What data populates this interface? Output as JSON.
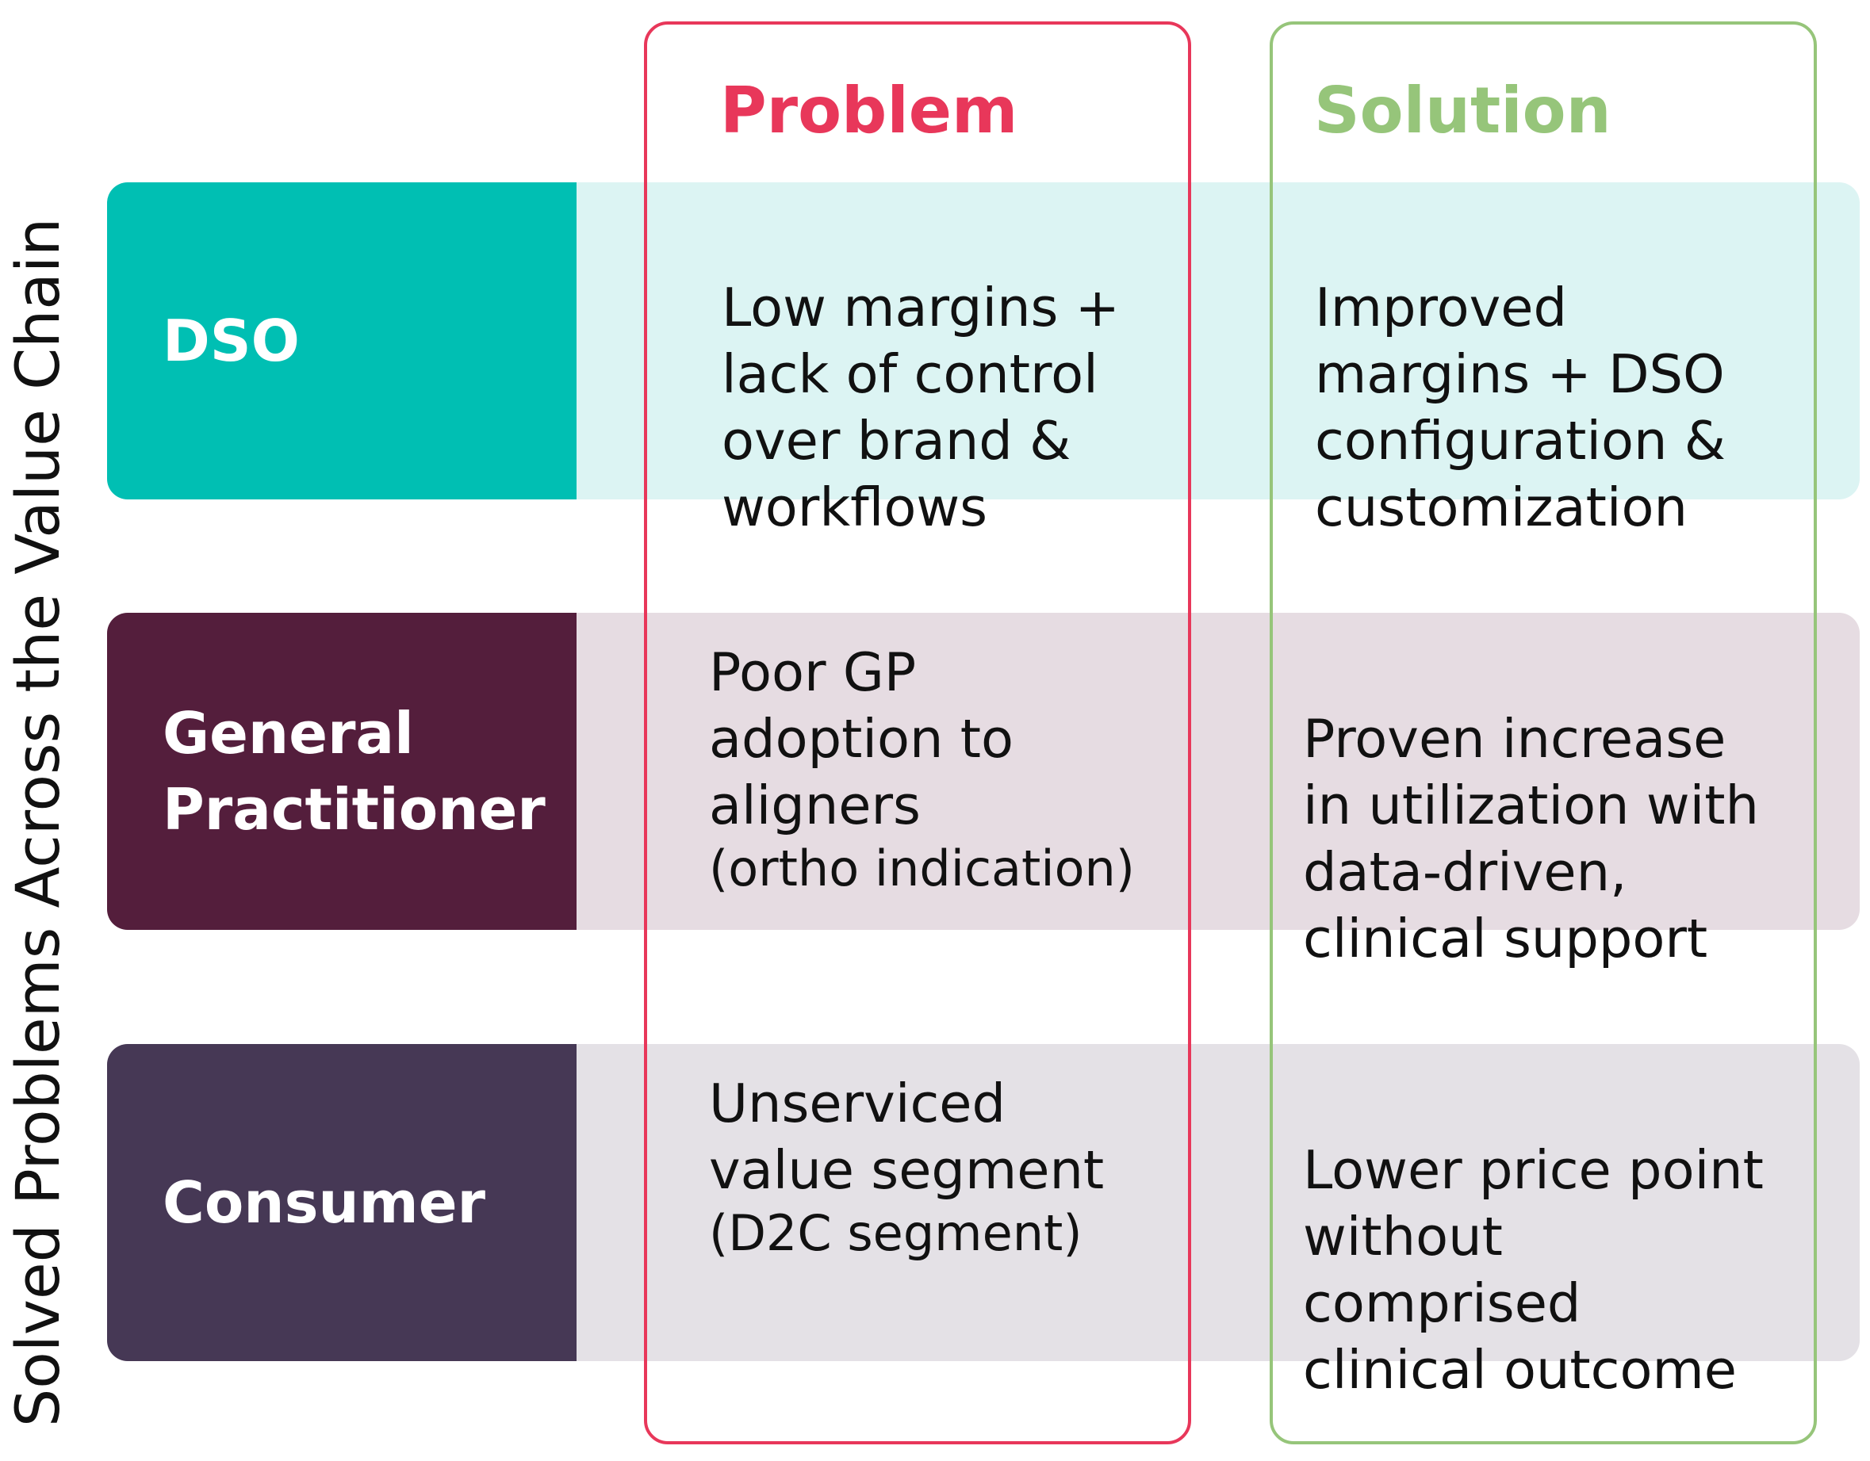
{
  "side_title": "Solved Problems Across the Value Chain",
  "columns": {
    "problem": "Problem",
    "solution": "Solution"
  },
  "colors": {
    "problem_accent": "#e8375a",
    "solution_accent": "#96c57a",
    "dso_label": "#00bfb3",
    "dso_row": "#dcf4f3",
    "gp_label": "#541e3c",
    "gp_row": "#e6dce2",
    "consumer_label": "#463855",
    "consumer_row": "#e4e1e6"
  },
  "rows": [
    {
      "label": "DSO",
      "problem": "Low margins +\nlack of control\nover brand &\nworkflows",
      "problem_note": "",
      "solution": "Improved\nmargins + DSO\nconfiguration &\ncustomization"
    },
    {
      "label": "General\nPractitioner",
      "problem": "Poor GP\nadoption to\naligners",
      "problem_note": "(ortho indication)",
      "solution": "Proven increase\nin utilization with\ndata-driven,\nclinical support"
    },
    {
      "label": "Consumer",
      "problem": "Unserviced\nvalue segment",
      "problem_note": "(D2C segment)",
      "solution": "Lower price point\nwithout\ncomprised\nclinical outcome"
    }
  ]
}
